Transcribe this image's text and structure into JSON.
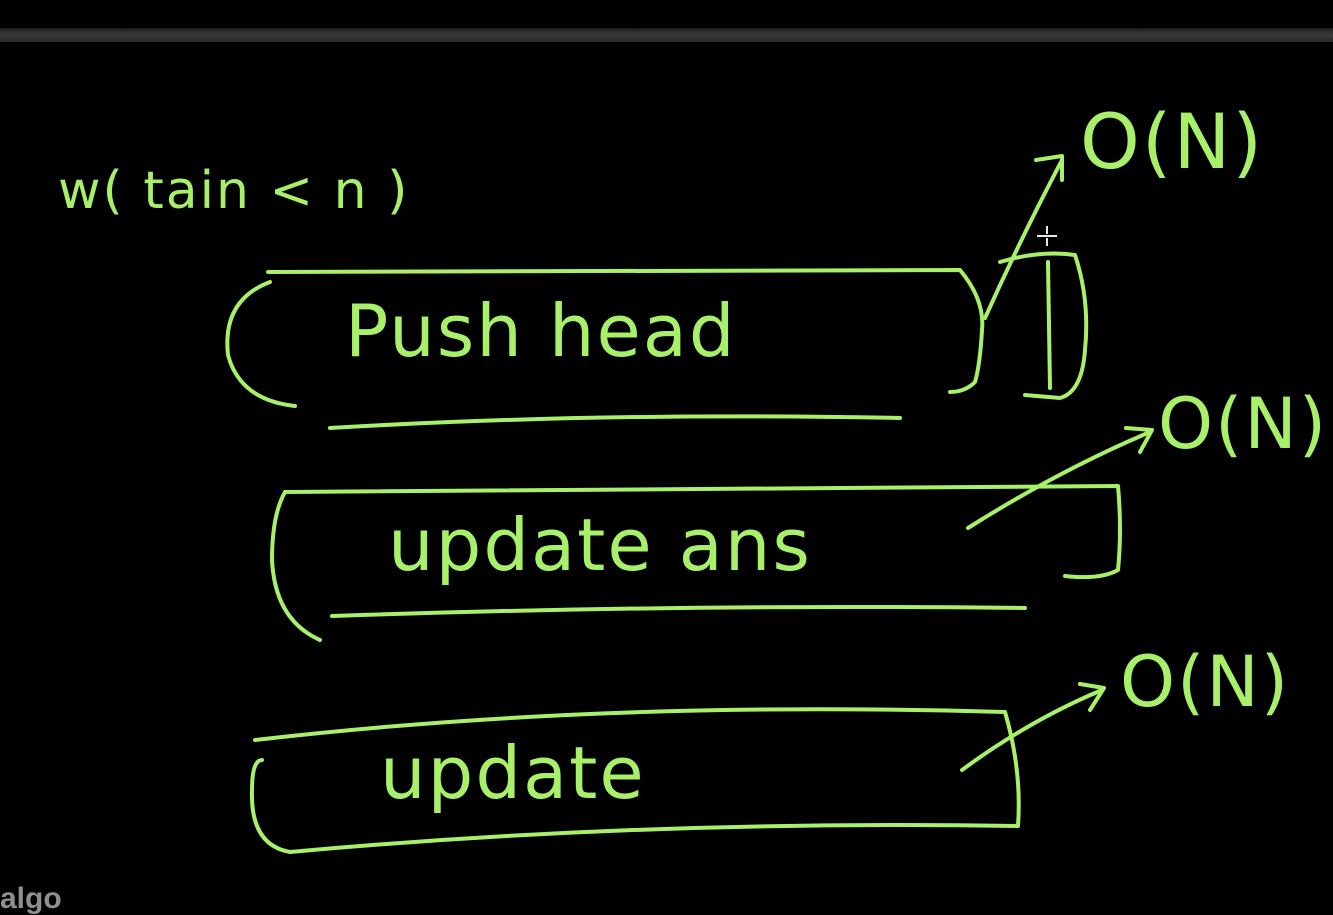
{
  "colors": {
    "ink": "#a9f06a",
    "background": "#000000",
    "watermark": "#8f8f8f"
  },
  "canvas": {
    "header_note": "w( tain < n )",
    "boxes": [
      {
        "label": "Push head",
        "complexity": "O(N)"
      },
      {
        "label": "update ans",
        "complexity": "O(N)"
      },
      {
        "label": "update",
        "complexity": "O(N)"
      }
    ]
  },
  "cursor": {
    "icon": "crosshair-move-icon"
  },
  "watermark": {
    "text": "algo"
  }
}
